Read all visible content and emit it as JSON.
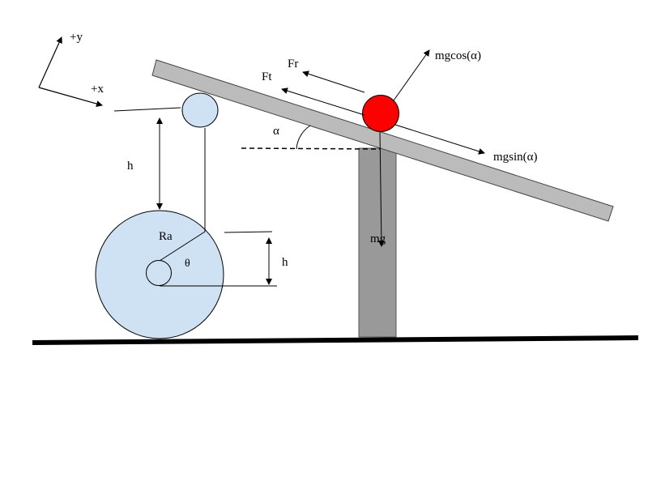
{
  "labels": {
    "y_axis": "+y",
    "x_axis": "+x",
    "height_left": "h",
    "height_right": "h",
    "radius": "Ra",
    "theta": "θ",
    "alpha": "α",
    "friction": "Fr",
    "tension": "Ft",
    "normal_component": "mgcos(α)",
    "parallel_component": "mgsin(α)",
    "weight": "mg"
  },
  "colors": {
    "ball": "#ff0000",
    "wheel": "#cfe2f3",
    "beam": "#bbbbbb",
    "pillar": "#999999",
    "ground": "#000000"
  },
  "icons": {
    "ball": "red-ball-shape",
    "pulley": "pulley-circle-shape",
    "wheel": "wheel-disk-shape"
  }
}
